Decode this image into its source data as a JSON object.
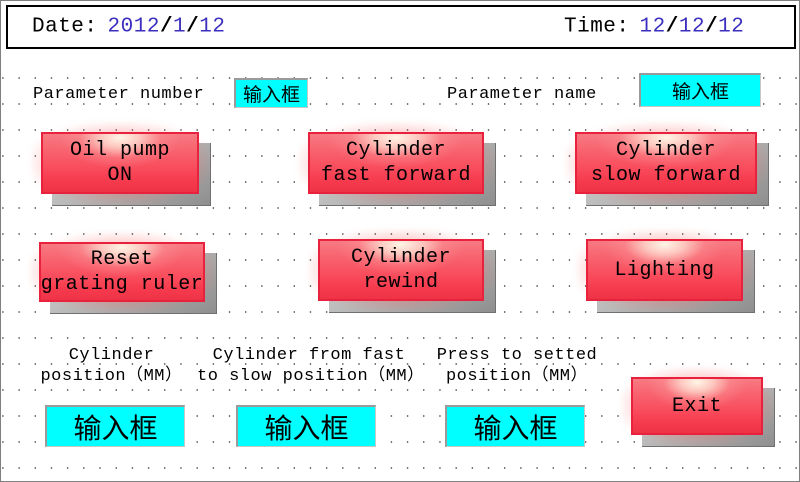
{
  "header": {
    "date_label": "Date:",
    "date_year": "2012",
    "date_month": "1",
    "date_day": "12",
    "time_label": "Time:",
    "time_hour": "12",
    "time_minute": "12",
    "time_second": "12",
    "separator": "/"
  },
  "params": {
    "number_label": "Parameter number",
    "number_value": "输入框",
    "name_label": "Parameter name",
    "name_value": "输入框"
  },
  "buttons": {
    "oil_pump": "Oil pump\nON",
    "cylinder_fast_forward": "Cylinder\nfast forward",
    "cylinder_slow_forward": "Cylinder\nslow forward",
    "reset_grating_ruler": "Reset\ngrating ruler",
    "cylinder_rewind": "Cylinder\nrewind",
    "lighting": "Lighting",
    "exit": "Exit"
  },
  "bottom": {
    "field1_label": "Cylinder\nposition（MM）",
    "field1_value": "输入框",
    "field2_label": "Cylinder from fast\nto slow position（MM）",
    "field2_value": "输入框",
    "field3_label": "Press to setted\nposition（MM）",
    "field3_value": "输入框"
  },
  "colors": {
    "input_fill": "#00ffff",
    "button_red": "#f94f5f",
    "button_border": "#e8213c",
    "value_blue": "#3a2fbe",
    "frame_gray": "#808080"
  }
}
